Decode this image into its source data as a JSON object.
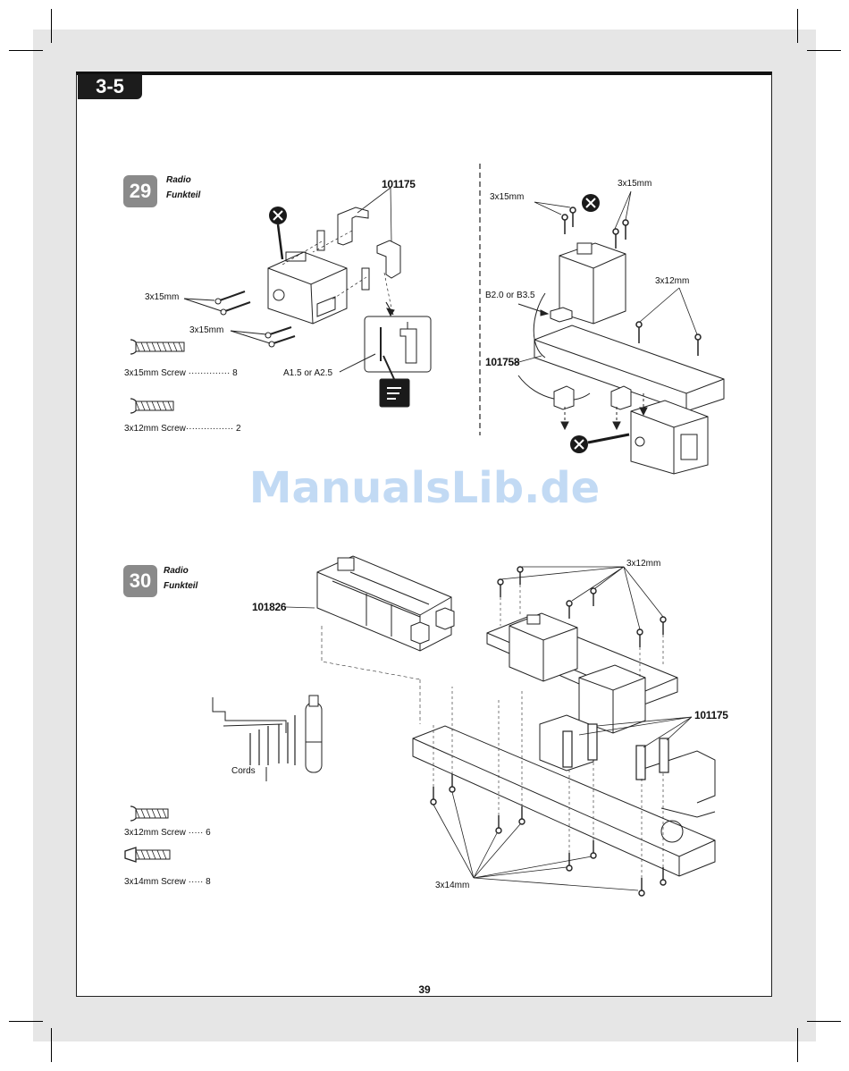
{
  "section": "3-5",
  "page_number": "39",
  "watermark": "ManualsLib.de",
  "step29": {
    "number": "29",
    "title_en": "Radio",
    "title_de": "Funkteil",
    "part_main": "101175",
    "part_plate": "101758",
    "labels": {
      "screw_15_a": "3x15mm",
      "screw_15_b": "3x15mm",
      "servo_arm": "A1.5 or A2.5",
      "screw_15_c": "3x15mm",
      "screw_15_d": "3x15mm",
      "horn": "B2.0 or B3.5",
      "screw_12": "3x12mm"
    },
    "legend": [
      {
        "name": "3x15mm Screw",
        "qty": "8"
      },
      {
        "name": "3x12mm Screw",
        "qty": "2"
      }
    ]
  },
  "step30": {
    "number": "30",
    "title_en": "Radio",
    "title_de": "Funkteil",
    "part_box": "101826",
    "part_post": "101175",
    "labels": {
      "screw_12": "3x12mm",
      "cords": "Cords",
      "screw_14": "3x14mm"
    },
    "legend": [
      {
        "name": "3x12mm Screw",
        "qty": "6"
      },
      {
        "name": "3x14mm Screw",
        "qty": "8"
      }
    ]
  }
}
